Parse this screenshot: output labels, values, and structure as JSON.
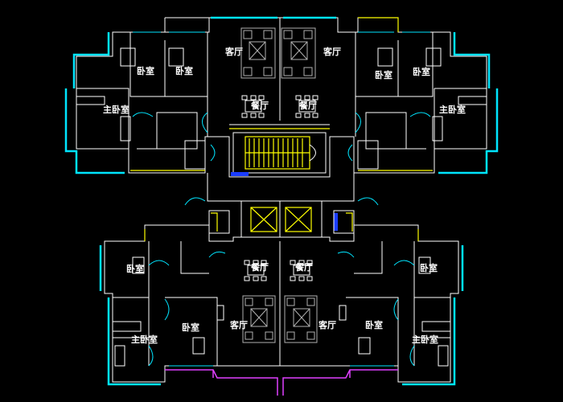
{
  "labels": {
    "top_left_bedroom_a": "卧室",
    "top_left_bedroom_b": "卧室",
    "top_left_master": "主卧室",
    "top_left_living": "客厅",
    "top_left_dining": "餐厅",
    "top_right_living": "客厅",
    "top_right_dining": "餐厅",
    "top_right_bedroom_a": "卧室",
    "top_right_bedroom_b": "卧室",
    "top_right_master": "主卧室",
    "bottom_left_bedroom_outer": "卧室",
    "bottom_left_master": "主卧室",
    "bottom_left_bedroom_inner": "卧室",
    "bottom_left_living": "客厅",
    "bottom_left_dining": "餐厅",
    "bottom_right_dining": "餐厅",
    "bottom_right_living": "客厅",
    "bottom_right_bedroom_inner": "卧室",
    "bottom_right_bedroom_outer": "卧室",
    "bottom_right_master": "主卧室"
  },
  "colors": {
    "background": "#000000",
    "wall": "#ffffff",
    "window": "#00e5ff",
    "balcony_rail": "#ffff00",
    "bay_window": "#e040ff",
    "furniture": "#b0b0b0",
    "door_marker": "#1a3cff"
  }
}
